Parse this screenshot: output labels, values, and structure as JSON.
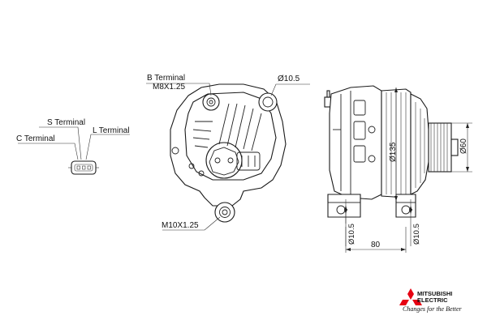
{
  "connector": {
    "s_terminal": "S Terminal",
    "c_terminal": "C Terminal",
    "l_terminal": "L Terminal"
  },
  "front_view": {
    "b_terminal": "B Terminal",
    "b_thread": "M8X1.25",
    "mount_hole": "Ø10.5",
    "bottom_thread": "M10X1.25"
  },
  "side_view": {
    "diameter_135": "Ø135",
    "pulley_diameter": "Ø60",
    "left_hole": "Ø10.5",
    "right_hole": "Ø10.5",
    "length": "80"
  },
  "logo": {
    "line1": "MITSUBISHI",
    "line2": "ELECTRIC",
    "tagline": "Changes for the Better",
    "color": "#e60012"
  }
}
